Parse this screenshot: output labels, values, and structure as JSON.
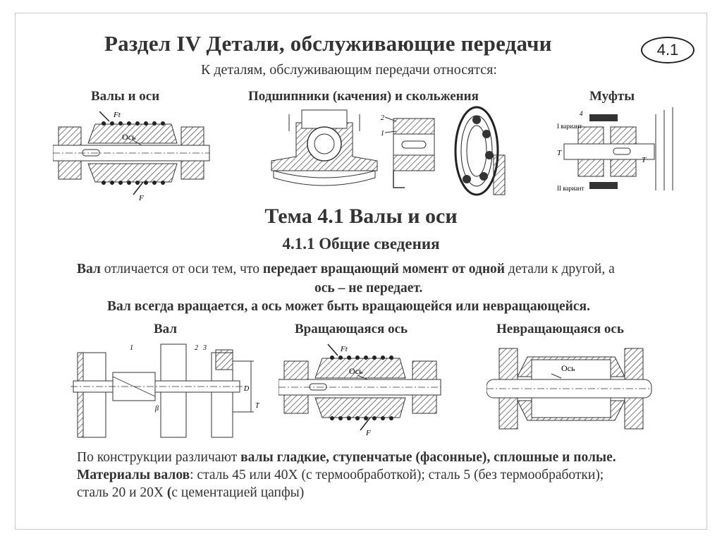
{
  "header": {
    "title": "Раздел IV Детали, обслуживающие передачи",
    "badge": "4.1",
    "subtitle": "К деталям, обслуживающим передачи относятся:"
  },
  "categories": {
    "shafts": "Валы и оси",
    "bearings": "Подшипники (качения) и скольжения",
    "couplings": "Муфты"
  },
  "topic": {
    "title": "Тема 4.1 Валы и оси",
    "subtitle": "4.1.1 Общие сведения"
  },
  "definition": {
    "line1_a": "Вал",
    "line1_b": " отличается от оси тем, что ",
    "line1_c": "передает вращающий момент от одной",
    "line1_d": " детали к другой, а",
    "line2": "ось – не передает.",
    "line3": "Вал всегда вращается, а ось может быть вращающейся или невращающейся."
  },
  "examples": {
    "shaft": "Вал",
    "rotating_axle": "Вращающаяся ось",
    "fixed_axle": "Невращающаяся ось"
  },
  "diagram_labels": {
    "axle": "Ось",
    "force_t": "Ft",
    "force": "F",
    "variant1": "I вариант",
    "variant2": "II вариант",
    "num1": "1",
    "num2": "2",
    "num3": "3",
    "num4": "4",
    "torque": "T",
    "dia": "D",
    "beta": "β"
  },
  "footer": {
    "l1_a": "По конструкции различают ",
    "l1_b": "валы гладкие, ступенчатые (фасонные), сплошные и полые.",
    "l2_a": "Материалы валов",
    "l2_b": ": сталь 45 или 40Х (с термообработкой); сталь 5 (без термообработки);",
    "l3_a": "сталь 20 и 20Х  ",
    "l3_b": "(",
    "l3_c": "с цементацией цапфы)"
  }
}
